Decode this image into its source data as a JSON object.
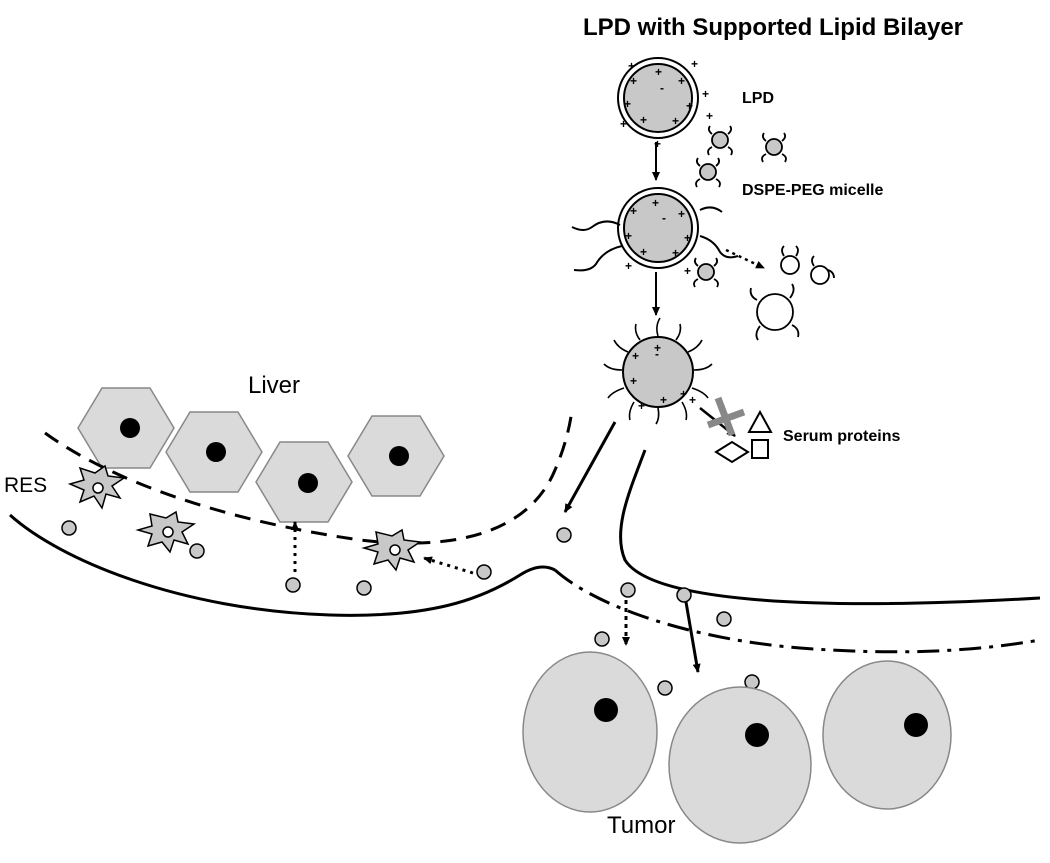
{
  "title": "LPD with Supported Lipid Bilayer",
  "labels": {
    "lpd": "LPD",
    "micelle": "DSPE-PEG micelle",
    "serum": "Serum proteins",
    "liver": "Liver",
    "res": "RES",
    "tumor": "Tumor"
  },
  "colors": {
    "fill_gray": "#c8c8c8",
    "cell_gray": "#dadada",
    "blocker_gray": "#888888",
    "stroke": "#000000"
  }
}
